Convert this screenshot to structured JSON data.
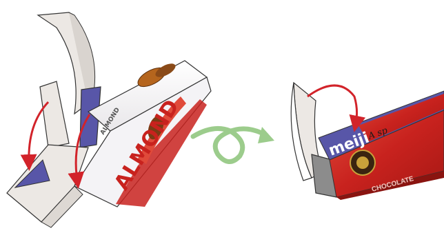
{
  "left_box": {
    "product_text": "ALMOND",
    "small_print": "ALMOND"
  },
  "right_box": {
    "brand_logo": "meiji",
    "tagline": "A sp",
    "promo_text": "CHOCOLATE"
  },
  "colors": {
    "arrow_red": "#d2232a",
    "loop_arrow_green": "#9ccc8c",
    "flap_purple": "#5856a8",
    "cardboard": "#ece8e4",
    "box_red": "#d8342c",
    "outline": "#333333"
  }
}
